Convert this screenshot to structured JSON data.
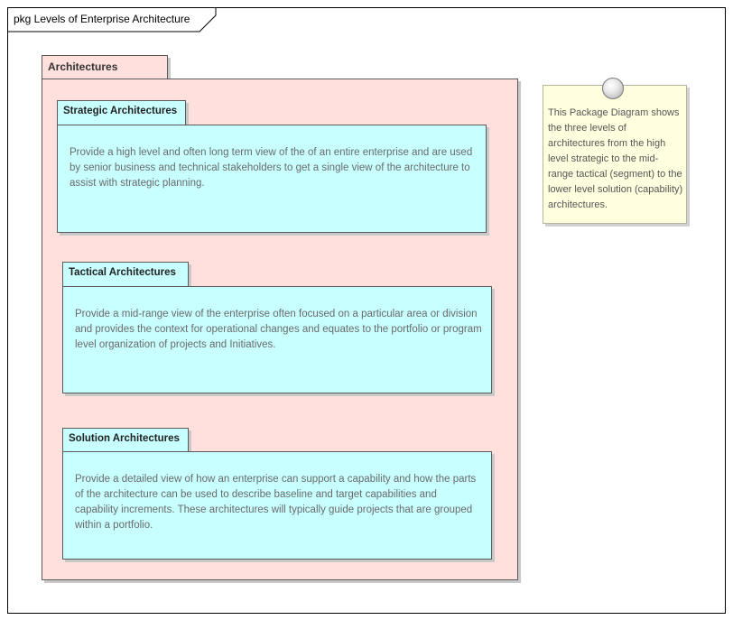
{
  "diagram": {
    "frame_title": "pkg Levels of Enterprise Architecture",
    "outer_package": {
      "name": "Architectures",
      "fill": "#ffe0dd"
    },
    "packages": [
      {
        "name": "Strategic Architectures",
        "description": "Provide a high level and often long term view of the of an entire enterprise and are used by senior business and technical stakeholders to get a single view of the architecture to assist with strategic planning.",
        "fill": "#c8ffff"
      },
      {
        "name": "Tactical Architectures",
        "description": "Provide a mid-range view of the enterprise often focused on a particular area or division and provides the context for operational changes and equates to the portfolio or program level organization of projects and Initiatives.",
        "fill": "#c8ffff"
      },
      {
        "name": "Solution Architectures",
        "description": "Provide a detailed view of how an enterprise can support a capability and how the parts of the architecture can be used to describe baseline and target capabilities and capability increments. These architectures will typically guide projects that are grouped within a portfolio.",
        "fill": "#c8ffff"
      }
    ],
    "note": {
      "text": "This Package Diagram shows the three levels of architectures from the high level strategic to the mid-range tactical (segment) to the lower level solution (capability) architectures.",
      "fill": "#ffffe0"
    }
  }
}
